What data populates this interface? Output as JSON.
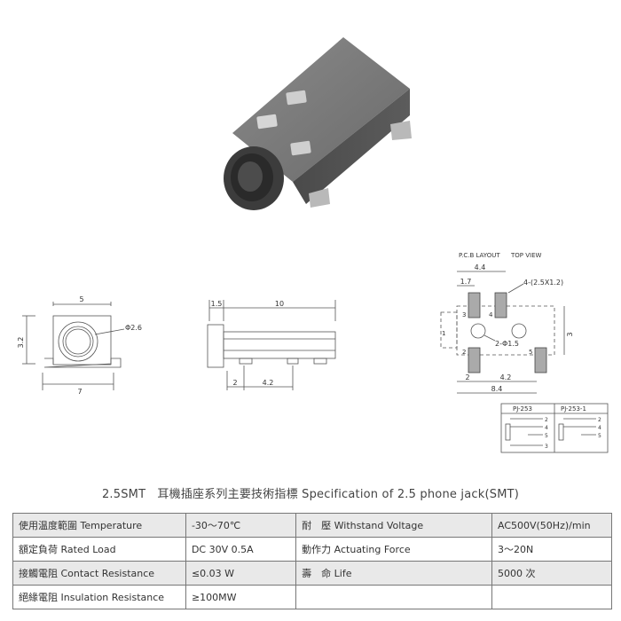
{
  "title": "2.5SMT　耳機插座系列主要技術指標 Specification of 2.5 phone jack(SMT)",
  "drawings": {
    "front": {
      "dim_width": "5",
      "dim_height": "3.2",
      "dim_bottom": "7",
      "dim_hole": "Φ2.6"
    },
    "side": {
      "dim_left": "1.5",
      "dim_length": "10",
      "dim_a": "2",
      "dim_b": "4.2"
    },
    "pcb": {
      "heading_left": "P.C.B LAYOUT",
      "heading_right": "TOP VIEW",
      "dim_44": "4.4",
      "dim_17": "1.7",
      "pad_label": "4-(2.5X1.2)",
      "hole_label": "2-Φ1.5",
      "dim_3": "3",
      "dim_2": "2",
      "dim_42": "4.2",
      "dim_84": "8.4",
      "pins": [
        "1",
        "2",
        "3",
        "4",
        "5"
      ]
    },
    "schematic": {
      "left_title": "PJ-253",
      "right_title": "PJ-253-1",
      "pins": [
        "2",
        "4",
        "5",
        "3"
      ]
    }
  },
  "spec_rows": [
    {
      "label": "使用温度範圍 Temperature",
      "value": "-30～70℃",
      "label2": "耐　壓 Withstand Voltage",
      "value2": "AC500V(50Hz)/min"
    },
    {
      "label": "額定負荷 Rated Load",
      "value": "DC 30V 0.5A",
      "label2": "動作力 Actuating Force",
      "value2": "3～20N"
    },
    {
      "label": "接觸電阻 Contact Resistance",
      "value": "≤0.03 W",
      "label2": "壽　命 Life",
      "value2": "5000 次"
    },
    {
      "label": "絕緣電阻 Insulation Resistance",
      "value": "≥100MW",
      "label2": "",
      "value2": ""
    }
  ]
}
